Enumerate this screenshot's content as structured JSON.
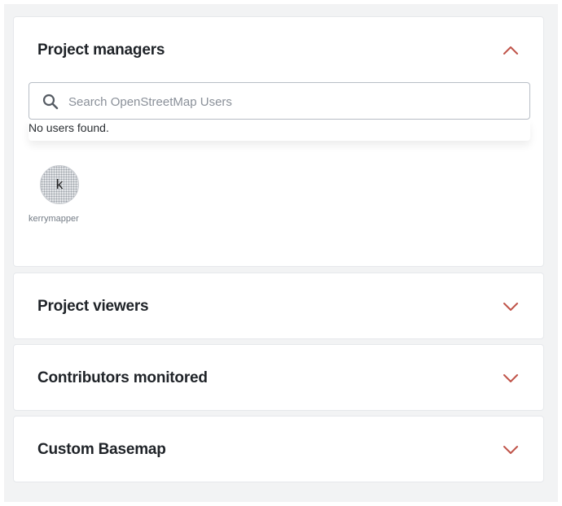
{
  "sections": {
    "managers": {
      "title": "Project managers",
      "expanded": true,
      "search": {
        "placeholder": "Search OpenStreetMap Users",
        "value": ""
      },
      "no_results": "No users found.",
      "users": [
        {
          "initial": "k",
          "name": "kerrymapper"
        }
      ]
    },
    "viewers": {
      "title": "Project viewers",
      "expanded": false
    },
    "contributors": {
      "title": "Contributors monitored",
      "expanded": false
    },
    "basemap": {
      "title": "Custom Basemap",
      "expanded": false
    }
  },
  "colors": {
    "accent": "#c0544a",
    "panel_bg": "#f2f3f4",
    "card_bg": "#ffffff",
    "card_border": "#e6e8eb",
    "title_text": "#1f2328",
    "muted_text": "#737b85"
  },
  "icons": {
    "collapse": "chevron-up-icon",
    "expand": "chevron-down-icon",
    "search": "search-icon"
  }
}
